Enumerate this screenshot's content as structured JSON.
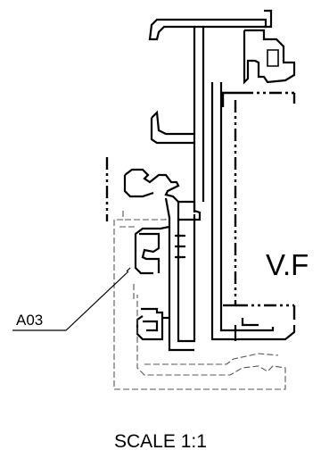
{
  "labels": {
    "section_mark": "V.F",
    "part_ref": "A03",
    "scale": "SCALE 1:1"
  },
  "colors": {
    "line": "#000000",
    "hidden_line": "#555555",
    "background": "#ffffff"
  }
}
